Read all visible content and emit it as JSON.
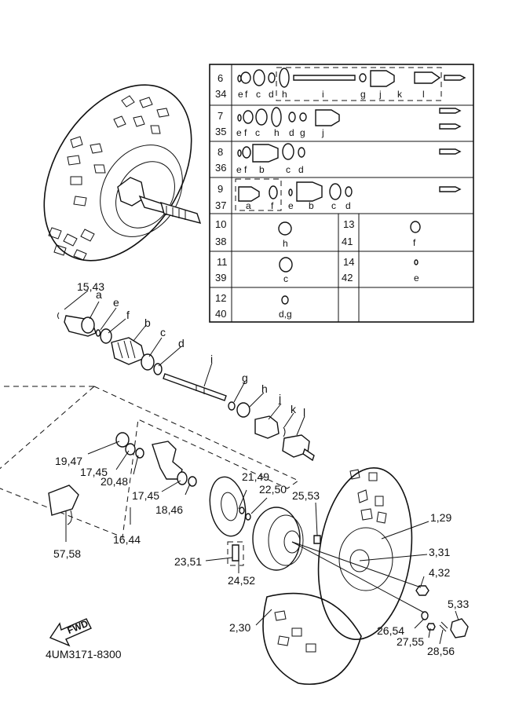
{
  "callouts": {
    "c15_43": "15,43",
    "ca_main": "a",
    "ce_main": "e",
    "cf_main": "f",
    "cb_main": "b",
    "cc_main": "c",
    "cd_main": "d",
    "ci_main": "i",
    "cg_main": "g",
    "ch_main": "h",
    "cj_main": "j",
    "ck_main": "k",
    "cl_main": "l",
    "c19_47": "19,47",
    "c17_45a": "17,45",
    "c20_48": "20,48",
    "c17_45b": "17,45",
    "c18_46": "18,46",
    "c16_44": "16,44",
    "c57_58": "57,58",
    "c21_49": "21,49",
    "c22_50": "22,50",
    "c25_53": "25,53",
    "c1_29": "1,29",
    "c3_31": "3,31",
    "c4_32": "4,32",
    "c5_33": "5,33",
    "c23_51": "23,51",
    "c24_52": "24,52",
    "c2_30": "2,30",
    "c26_54": "26,54",
    "c27_55": "27,55",
    "c28_56": "28,56"
  },
  "table": {
    "r1_top": "6",
    "r1_bot": "34",
    "r1_letters": [
      "e",
      "f",
      "c",
      "d",
      "h",
      "i",
      "g",
      "j",
      "k",
      "l"
    ],
    "r2_top": "7",
    "r2_bot": "35",
    "r2_letters": [
      "e",
      "f",
      "c",
      "h",
      "d",
      "g",
      "j"
    ],
    "r3_top": "8",
    "r3_bot": "36",
    "r3_letters": [
      "e",
      "f",
      "b",
      "c",
      "d"
    ],
    "r4_top": "9",
    "r4_bot": "37",
    "r4_letters": [
      "a",
      "f",
      "e",
      "b",
      "c",
      "d"
    ],
    "r5_top": "10",
    "r5_bot": "38",
    "r5_letter": "h",
    "r5r_top": "13",
    "r5r_bot": "41",
    "r5r_letter": "f",
    "r6_top": "11",
    "r6_bot": "39",
    "r6_letter": "c",
    "r6r_top": "14",
    "r6r_bot": "42",
    "r6r_letter": "e",
    "r7_top": "12",
    "r7_bot": "40",
    "r7_letter": "d,g"
  },
  "fwd_label": "FWD",
  "drawing_code": "4UM3171-8300"
}
